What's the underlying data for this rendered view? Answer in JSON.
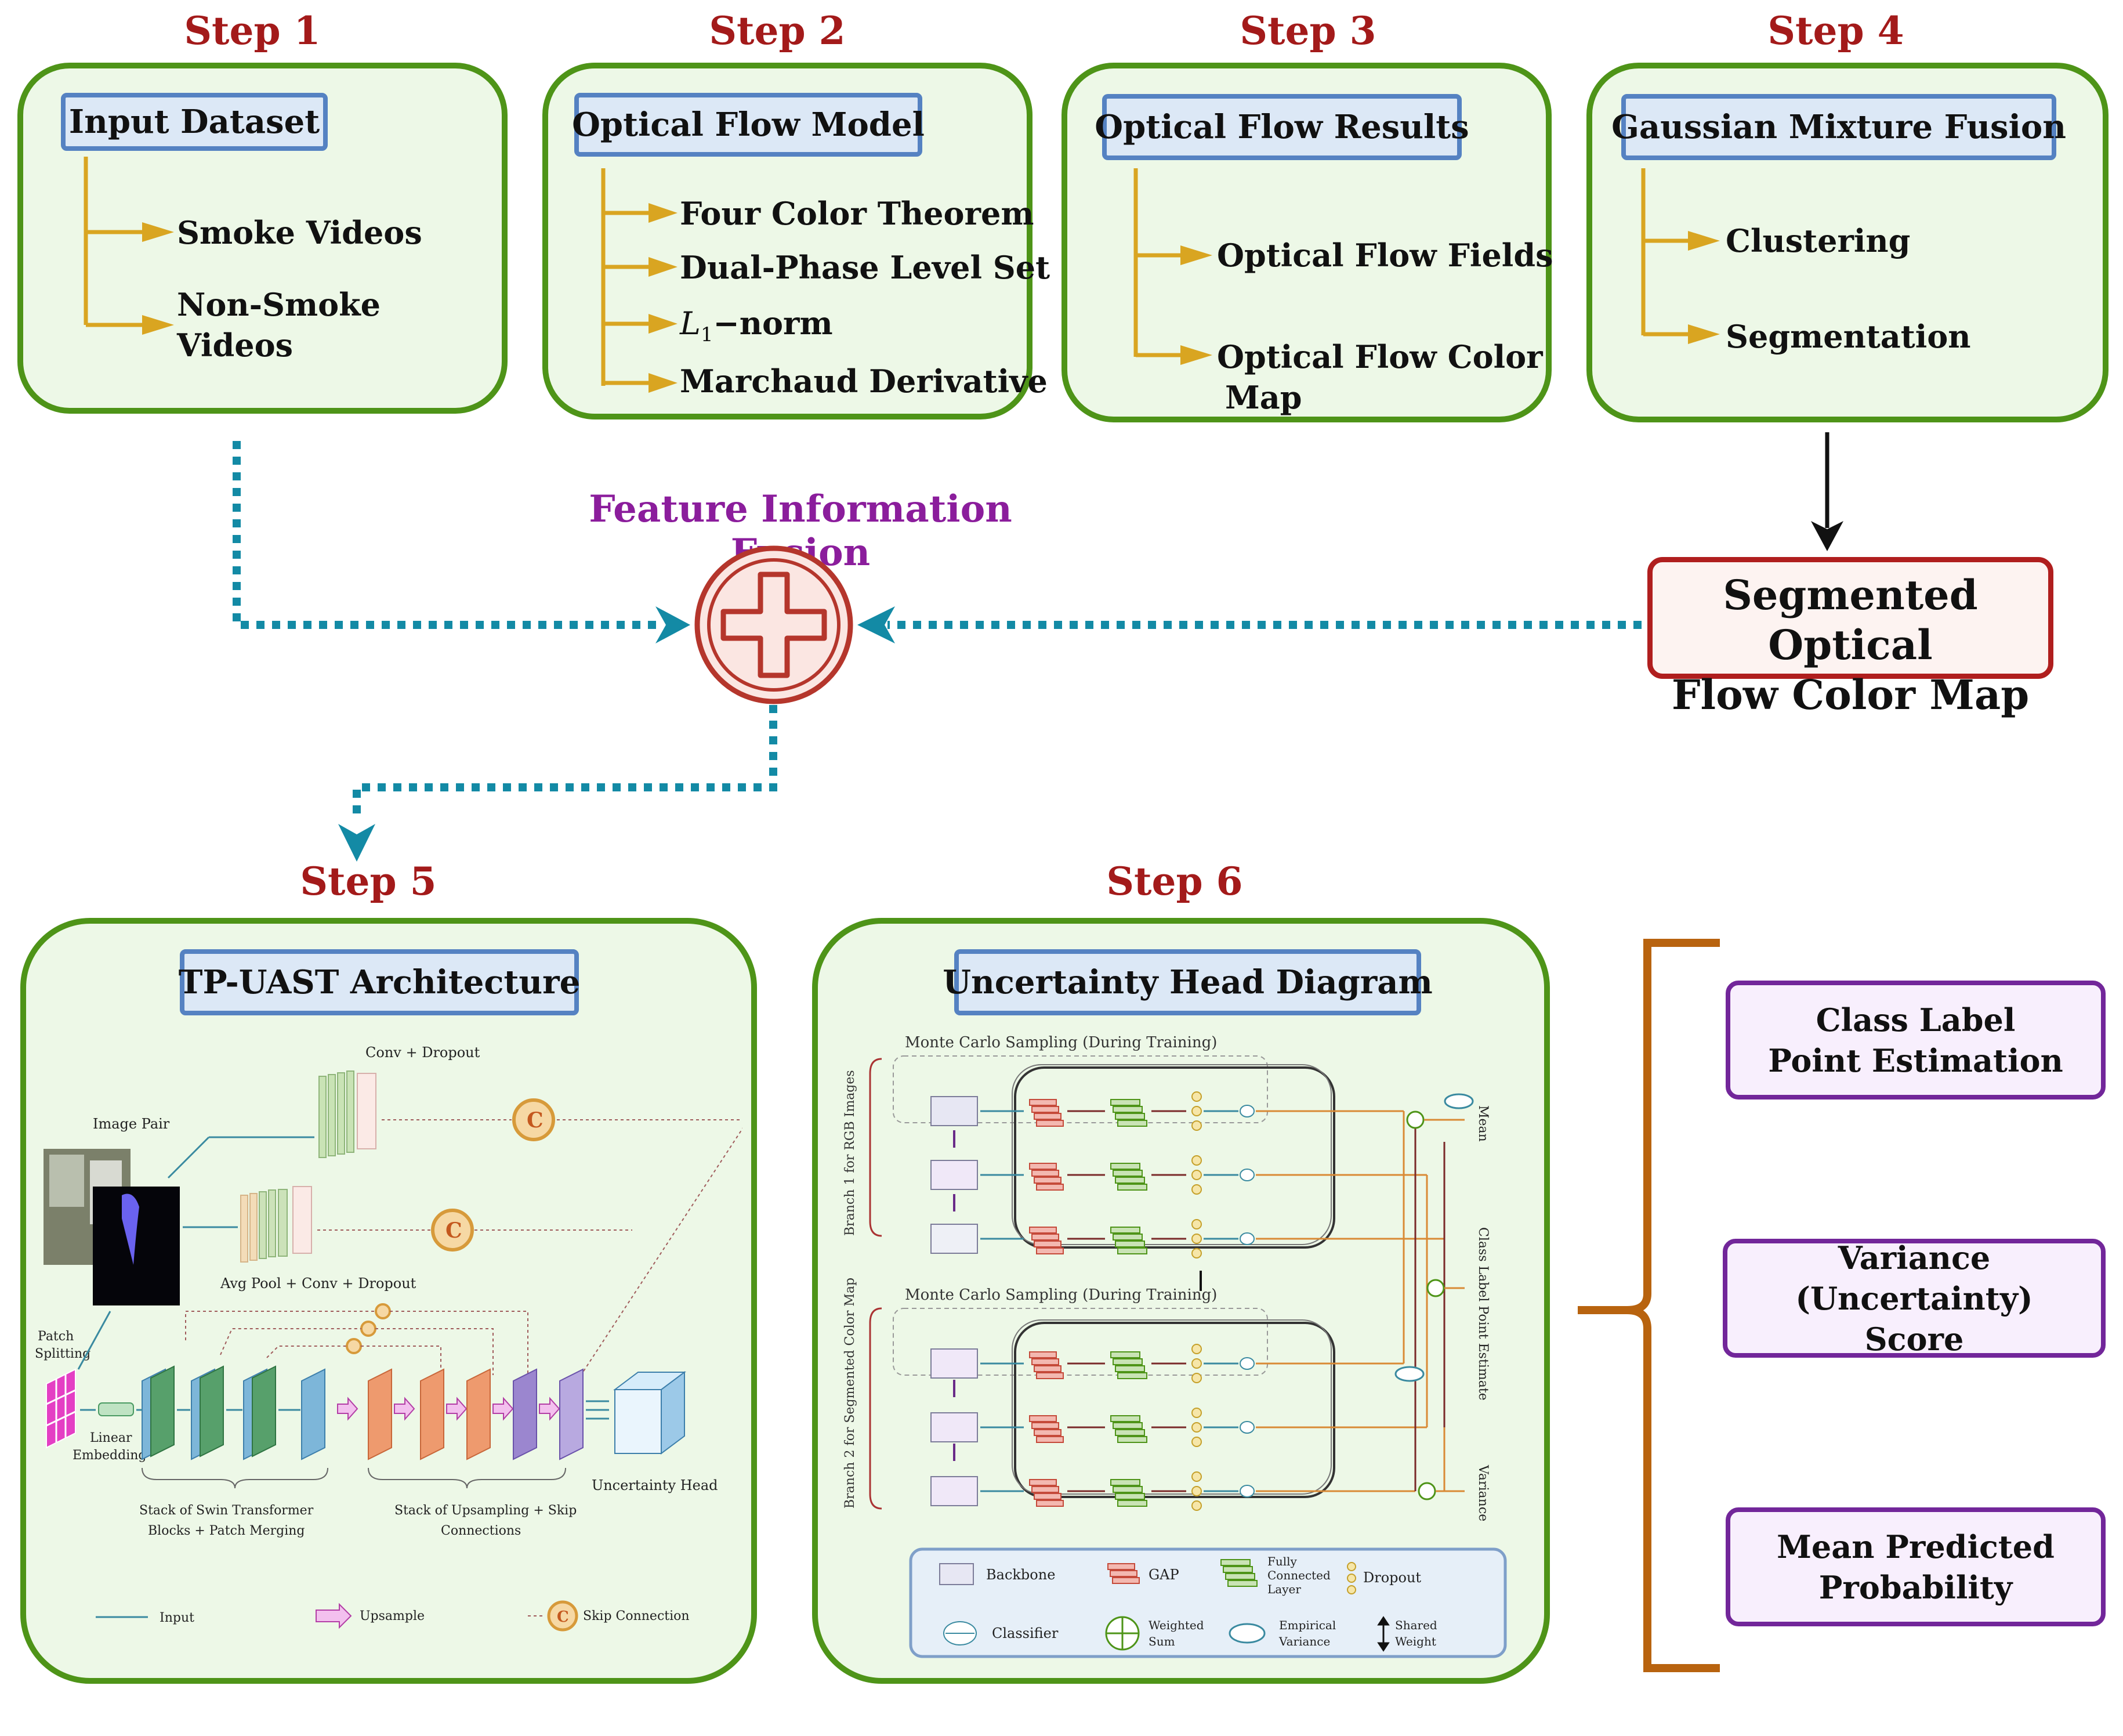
{
  "steps": [
    {
      "title": "Step 1",
      "heading": "Input Dataset",
      "items": [
        "Smoke Videos",
        "Non-Smoke",
        "Videos"
      ]
    },
    {
      "title": "Step 2",
      "heading": "Optical Flow Model",
      "items": [
        "Four Color Theorem",
        "Dual-Phase Level Set",
        "−norm",
        "Marchaud Derivative"
      ],
      "l1_symbol": "L",
      "l1_sub": "1"
    },
    {
      "title": "Step 3",
      "heading": "Optical Flow Results",
      "items": [
        "Optical Flow Fields",
        "Optical Flow Color",
        "Map"
      ]
    },
    {
      "title": "Step 4",
      "heading": "Gaussian Mixture Fusion",
      "items": [
        "Clustering",
        "Segmentation"
      ]
    },
    {
      "title": "Step 5",
      "heading": "TP-UAST Architecture"
    },
    {
      "title": "Step 6",
      "heading": "Uncertainty Head Diagram"
    }
  ],
  "fusion": {
    "label": "Feature Information Fusion"
  },
  "segmented_map": {
    "line1": "Segmented Optical",
    "line2": "Flow Color Map"
  },
  "outputs": [
    {
      "line1": "Class Label",
      "line2": "Point Estimation"
    },
    {
      "line1": "Variance (Uncertainty)",
      "line2": "Score"
    },
    {
      "line1": "Mean Predicted",
      "line2": "Probability"
    }
  ],
  "tp_uast": {
    "conv_dropout": "Conv + Dropout",
    "image_pair": "Image Pair",
    "avgpool": "Avg Pool + Conv + Dropout",
    "patch_splitting": [
      "Patch",
      "Splitting"
    ],
    "linear_embedding": [
      "Linear",
      "Embedding"
    ],
    "swin_stack": [
      "Stack of Swin Transformer",
      "Blocks + Patch Merging"
    ],
    "upsampling_stack": [
      "Stack of Upsampling + Skip",
      "Connections"
    ],
    "uncertainty_head": "Uncertainty Head",
    "legend": {
      "input": "Input",
      "upsample": "Upsample",
      "skip": "Skip Connection",
      "skip_symbol": "C"
    }
  },
  "uncertainty_head": {
    "mc1": "Monte Carlo Sampling (During Training)",
    "mc2": "Monte Carlo Sampling (During Training)",
    "branch1": "Branch 1 for RGB Images",
    "branch2": "Branch 2 for Segmented Color Map",
    "mean": "Mean",
    "class_label": "Class Label Point Estimate",
    "variance": "Variance",
    "legend": {
      "backbone": "Backbone",
      "gap": "GAP",
      "fc": [
        "Fully",
        "Connected",
        "Layer"
      ],
      "dropout": "Dropout",
      "classifier": "Classifier",
      "weighted": [
        "Weighted",
        "Sum"
      ],
      "empirical": [
        "Empirical",
        "Variance"
      ],
      "shared": [
        "Shared",
        "Weight"
      ]
    }
  },
  "colors": {
    "step_title": "#a31a1a",
    "box_border": "#4e9418",
    "box_fill": "#edf8e7",
    "heading_fill": "#dce8f6",
    "heading_border": "#5582c2",
    "tree_arrow": "#d9a521",
    "dotted_arrow": "#138aa5",
    "fusion_label": "#8b1d9c",
    "segmented_border": "#b01e1e",
    "output_border": "#72269a",
    "bracket": "#b8630f"
  }
}
